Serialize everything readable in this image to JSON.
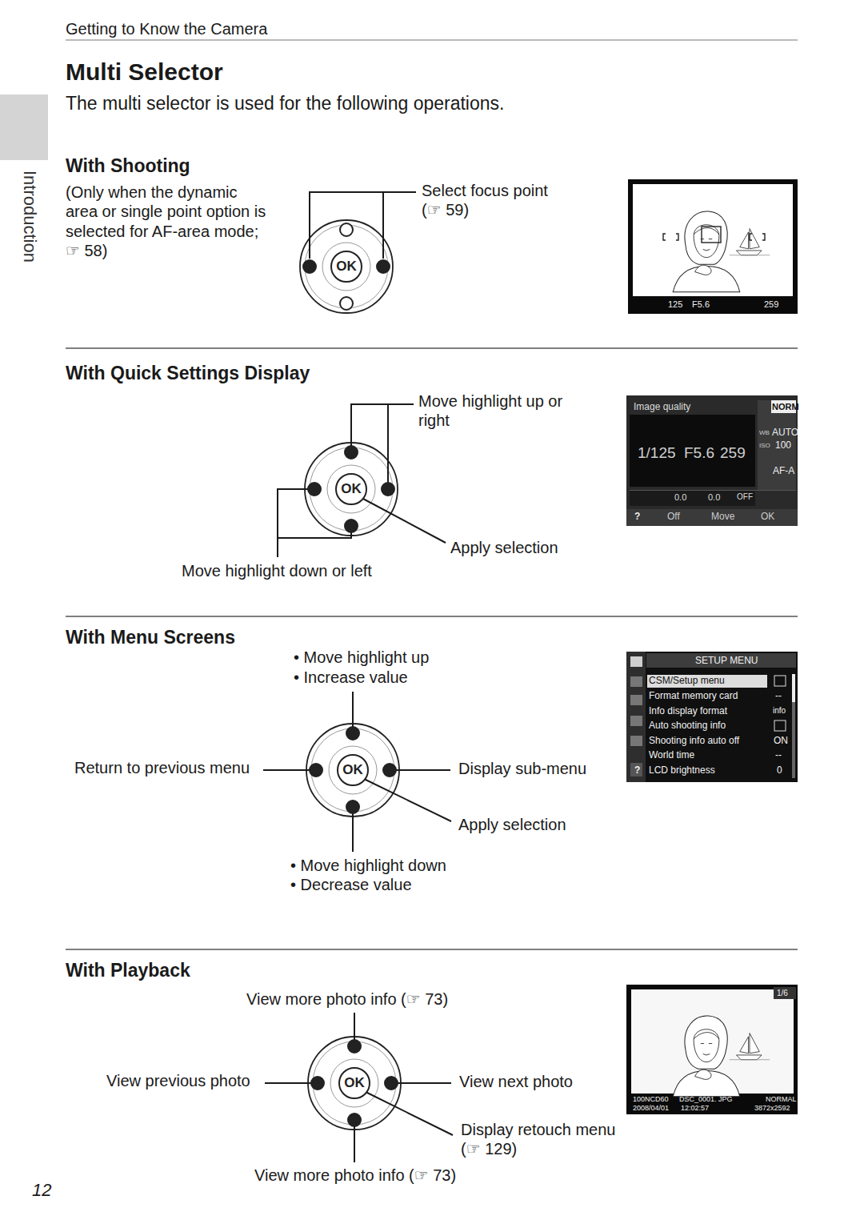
{
  "diagram": {
    "title": "Multi Selector",
    "nodes": [
      {
        "text": [
          "OK"
        ]
      },
      {
        "text": [
          "125",
          "F5.6",
          "259"
        ]
      },
      {
        "text": [
          "OK"
        ]
      },
      {
        "text": [
          "Image quality",
          "NORM",
          "WB",
          "AUTO",
          "ISO",
          "100",
          "AF-A",
          "1/125",
          "F5.6",
          "259",
          "0.0",
          "0.0",
          "OFF",
          "?",
          "Off",
          "Move",
          "OK"
        ]
      },
      {
        "text": [
          "OK"
        ]
      },
      {
        "text": [
          "SETUP MENU",
          "CSM/Setup menu",
          "Format memory card",
          "Info display format",
          "Auto shooting info",
          "Shooting info auto off",
          "World time",
          "LCD brightness",
          "--",
          "info",
          "ON",
          "--",
          "0",
          "?"
        ]
      },
      {
        "text": [
          "OK"
        ]
      },
      {
        "text": [
          "1/6",
          "100NCD60",
          "DSC_0001. JPG",
          "NORMAL",
          "2008/04/01",
          "12:02:57",
          "3872x2592"
        ]
      }
    ],
    "labels": [
      "Getting to Know the Camera",
      "The multi selector is used for the following operations.",
      "Introduction",
      "With Shooting",
      "(Only when the dynamic area or single point option is selected for AF-area mode; ☞ 58)",
      "Select focus point (☞ 59)",
      "With Quick Settings Display",
      "Move highlight up or right",
      "Apply selection",
      "Move highlight down or left",
      "With Menu Screens",
      "• Move highlight up",
      "• Increase value",
      "Return to previous menu",
      "Display sub-menu",
      "Apply selection",
      "• Move highlight down",
      "• Decrease value",
      "With Playback",
      "View more photo info (☞ 73)",
      "View previous photo",
      "View next photo",
      "Display retouch menu (☞ 129)",
      "View more photo info (☞ 73)",
      "12"
    ]
  }
}
